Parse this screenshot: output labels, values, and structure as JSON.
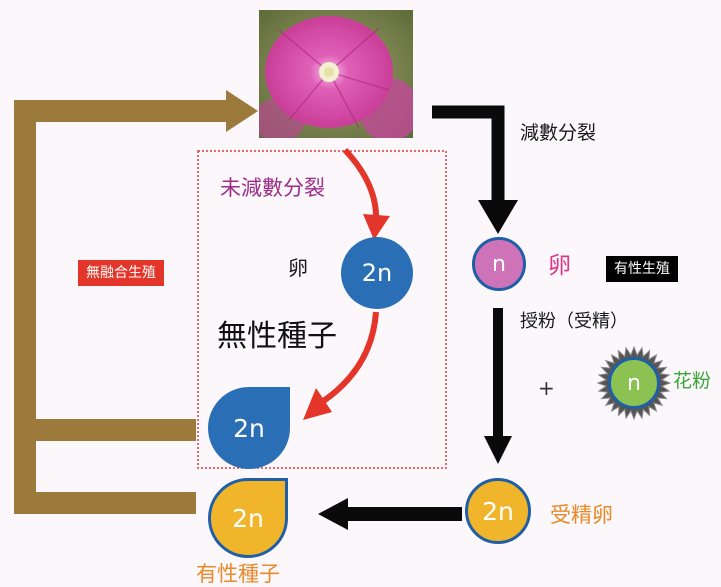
{
  "colors": {
    "brown": "#9c7a3c",
    "black": "#0a0a0a",
    "red": "#e4352a",
    "purple_text": "#9c2e8a",
    "magenta_text": "#e0348a",
    "orange_text": "#e98a2a",
    "green_text": "#3aa63a",
    "blue_cell": "#2a6fb6",
    "pink_cell": "#cf73b8",
    "yellow_cell": "#f0b52a",
    "green_cell": "#8cc252",
    "tag_red": "#e3352a",
    "tag_black": "#000000"
  },
  "image": {
    "subject": "hollyhock-flower"
  },
  "labels": {
    "meiosis": "減數分裂",
    "non_meiosis": "未減數分裂",
    "egg_left": "卵",
    "egg_right": "卵",
    "pollination": "授粉（受精）",
    "plus": "+",
    "pollen": "花粉",
    "fertilized_egg": "受精卵",
    "asexual_seed": "無性種子",
    "sexual_seed": "有性種子"
  },
  "tags": {
    "apomixis": "無融合生殖",
    "sexual": "有性生殖"
  },
  "cells": {
    "egg_2n": "2n",
    "egg_n": "n",
    "pollen_n": "n",
    "zygote_2n": "2n",
    "asexual_seed_2n": "2n",
    "sexual_seed_2n": "2n"
  }
}
